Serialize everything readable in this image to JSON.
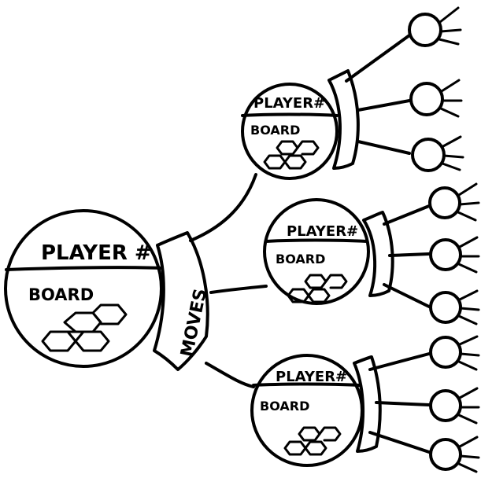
{
  "root": {
    "player_label": "PLAYER #",
    "board_label": "BOARD"
  },
  "moves_label": "MOVES",
  "children": [
    {
      "player_label": "PLAYER#",
      "board_label": "BOARD"
    },
    {
      "player_label": "PLAYER#",
      "board_label": "BOARD"
    },
    {
      "player_label": "PLAYER#",
      "board_label": "BOARD"
    }
  ]
}
